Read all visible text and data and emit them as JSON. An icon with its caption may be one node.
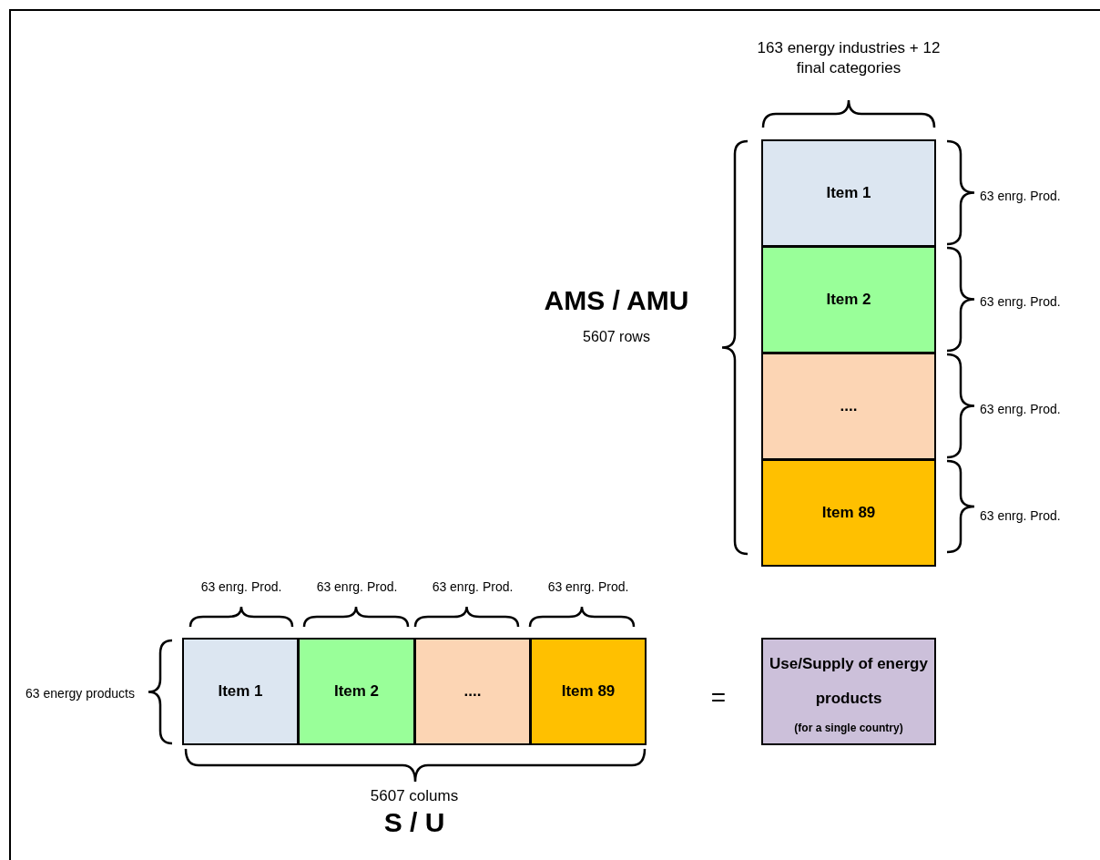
{
  "diagram": {
    "nodes": [
      {
        "text": [
          "Item 1"
        ]
      },
      {
        "text": [
          "Item 2"
        ]
      },
      {
        "text": [
          "...."
        ]
      },
      {
        "text": [
          "Item 89"
        ]
      },
      {
        "text": [
          "Item 1"
        ]
      },
      {
        "text": [
          "Item 2"
        ]
      },
      {
        "text": [
          "...."
        ]
      },
      {
        "text": [
          "Item 89"
        ]
      },
      {
        "text": [
          "Use/Supply of energy products",
          "(for a single country)"
        ]
      }
    ],
    "labels": [
      "163 energy industries + 12 final categories",
      "AMS / AMU",
      "5607 rows",
      "63 enrg. Prod.",
      "63 enrg. Prod.",
      "63 enrg. Prod.",
      "63 enrg. Prod.",
      "63 enrg. Prod.",
      "63 enrg. Prod.",
      "63 enrg. Prod.",
      "63 enrg. Prod.",
      "63 energy products",
      "=",
      "5607 colums",
      "S / U"
    ]
  }
}
